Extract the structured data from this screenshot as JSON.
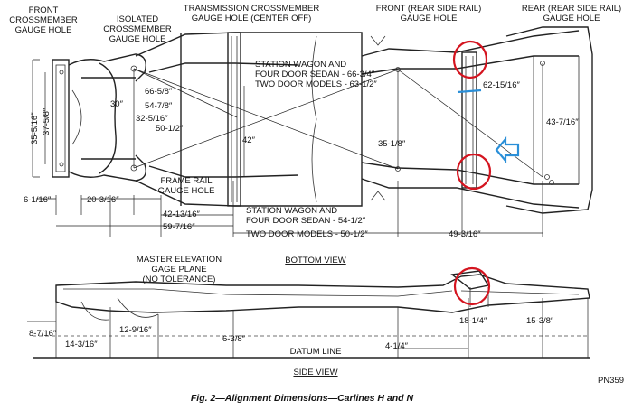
{
  "labels": {
    "front_crossmember": [
      "FRONT",
      "CROSSMEMBER",
      "GAUGE HOLE"
    ],
    "isolated_crossmember": [
      "ISOLATED",
      "CROSSMEMBER",
      "GAUGE HOLE"
    ],
    "transmission_crossmember": [
      "TRANSMISSION CROSSMEMBER",
      "GAUGE HOLE (CENTER OFF)"
    ],
    "front_rear_side_rail": [
      "FRONT (REAR SIDE RAIL)",
      "GAUGE HOLE"
    ],
    "rear_rear_side_rail": [
      "REAR (REAR SIDE RAIL)",
      "GAUGE HOLE"
    ],
    "station_wagon_top": [
      "STATION WAGON AND",
      "FOUR DOOR SEDAN - 66-3/4″",
      "TWO DOOR MODELS - 63-1/2″"
    ],
    "frame_rail": [
      "FRAME RAIL",
      "GAUGE HOLE"
    ],
    "station_wagon_bottom": [
      "STATION WAGON AND",
      "FOUR DOOR SEDAN - 54-1/2″",
      "TWO DOOR MODELS - 50-1/2″"
    ],
    "master_elevation": [
      "MASTER ELEVATION",
      "GAGE PLANE",
      "(NO TOLERANCE)"
    ],
    "bottom_view": "BOTTOM VIEW",
    "datum_line": "DATUM LINE",
    "side_view": "SIDE VIEW",
    "part_number": "PN359"
  },
  "dimensions": {
    "d_37_5_8": "37-5/8″",
    "d_35_5_16": "35-5/16″",
    "d_30": "30″",
    "d_66_5_8": "66-5/8″",
    "d_54_7_8": "54-7/8″",
    "d_32_5_16": "32-5/16″",
    "d_50_1_2": "50-1/2″",
    "d_42": "42″",
    "d_62_15_16": "62-15/16″",
    "d_43_7_16": "43-7/16″",
    "d_35_1_8": "35-1/8″",
    "d_6_1_16": "6-1/16″",
    "d_20_3_16": "20-3/16″",
    "d_42_13_16": "42-13/16″",
    "d_59_7_16": "59-7/16″",
    "d_49_3_16": "49-3/16″",
    "d_8_7_16": "8-7/16″",
    "d_14_3_16": "14-3/16″",
    "d_12_9_16": "12-9/16″",
    "d_6_3_8": "6-3/8″",
    "d_4_1_4": "4-1/4″",
    "d_18_1_4": "18-1/4″",
    "d_15_3_8": "15-3/8″"
  },
  "caption": "Fig. 2—Alignment Dimensions—Carlines H and N",
  "colors": {
    "highlight_circle": "#d4141f",
    "highlight_arrow": "#2a8fd8"
  }
}
